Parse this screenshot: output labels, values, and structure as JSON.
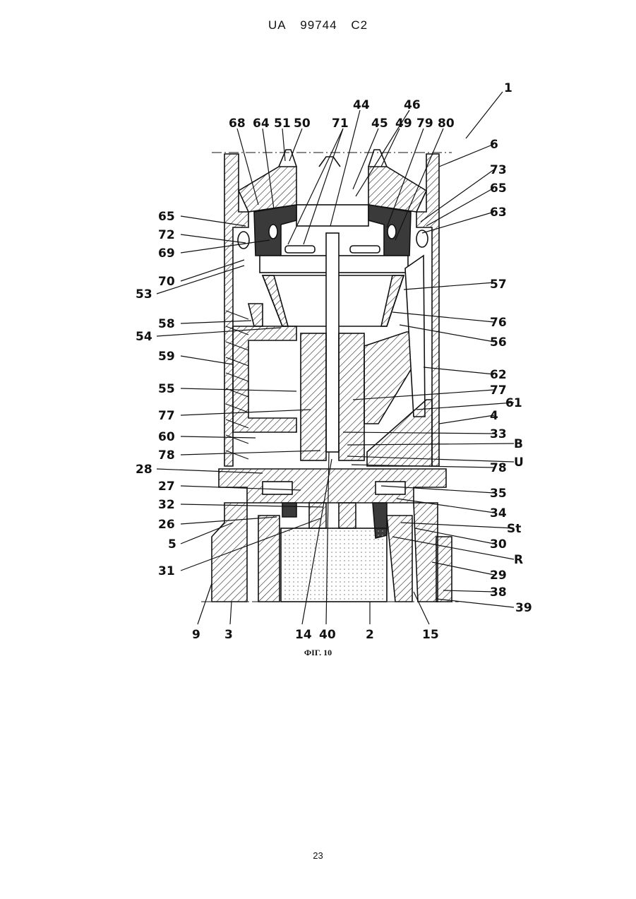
{
  "header": {
    "country": "UA",
    "number": "99744",
    "kind": "C2"
  },
  "figure": {
    "caption": "ФІГ. 10",
    "labels": {
      "l1": "1",
      "l68": "68",
      "l64": "64",
      "l51": "51",
      "l50": "50",
      "l71": "71",
      "l44": "44",
      "l45": "45",
      "l46": "46",
      "l49": "49",
      "l79": "79",
      "l80": "80",
      "l6": "6",
      "l73": "73",
      "l65r": "65",
      "l63": "63",
      "l65l": "65",
      "l72": "72",
      "l69": "69",
      "l70": "70",
      "l53": "53",
      "l57": "57",
      "l58": "58",
      "l76": "76",
      "l54": "54",
      "l56": "56",
      "l59": "59",
      "l62": "62",
      "l55": "55",
      "l77r": "77",
      "l77l": "77",
      "l61": "61",
      "l4": "4",
      "l60": "60",
      "l33": "33",
      "lB": "B",
      "l78l": "78",
      "lU": "U",
      "l28": "28",
      "l78r": "78",
      "l27": "27",
      "l35": "35",
      "l32": "32",
      "l34": "34",
      "l26": "26",
      "lSt": "St",
      "l5": "5",
      "l30": "30",
      "l31": "31",
      "lR": "R",
      "l29": "29",
      "l38": "38",
      "l39": "39",
      "l9": "9",
      "l3": "3",
      "l14": "14",
      "l40": "40",
      "l2": "2",
      "l15": "15"
    }
  },
  "page_number": "23"
}
